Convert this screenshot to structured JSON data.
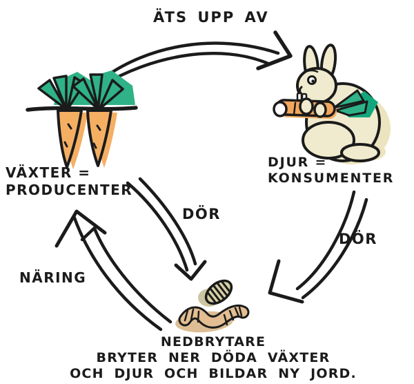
{
  "diagram": {
    "description_visible_text_only": true,
    "nodes": [
      {
        "id": "producers",
        "illustration": "two-carrots-in-ground",
        "label_lines": [
          "VÄXTER =",
          "PRODUCENTER"
        ]
      },
      {
        "id": "consumers",
        "illustration": "rabbit-eating-carrot",
        "label_lines": [
          "DJUR =",
          "KONSUMENTER"
        ]
      },
      {
        "id": "decomposers",
        "illustration": "worm-and-woodlouse",
        "label_lines": [
          "NEDBRYTARE",
          "BRYTER NER DÖDA VÄXTER",
          "OCH DJUR OCH BILDAR NY JORD."
        ]
      }
    ],
    "edges": [
      {
        "from": "producers",
        "to": "consumers",
        "label": "ÄTS UPP AV"
      },
      {
        "from": "producers",
        "to": "decomposers",
        "label": "DÖR"
      },
      {
        "from": "consumers",
        "to": "decomposers",
        "label": "DÖR"
      },
      {
        "from": "decomposers",
        "to": "producers",
        "label": "NÄRING"
      }
    ],
    "colors": {
      "ink": "#1b1b1b",
      "carrot_orange": "#F5AF63",
      "leaf_green": "#2FB287",
      "leaf_green_shadow": "#14A77E",
      "rabbit_cream": "#F0EBCE",
      "rabbit_cream_shadow": "#EBE4BE",
      "soil_tan": "#DDBE94",
      "worm_tan": "#E2BE92",
      "bug_olive": "#D6CFA4",
      "bug_blob": "#CBC5A1",
      "background": "#FFFFFF"
    }
  }
}
